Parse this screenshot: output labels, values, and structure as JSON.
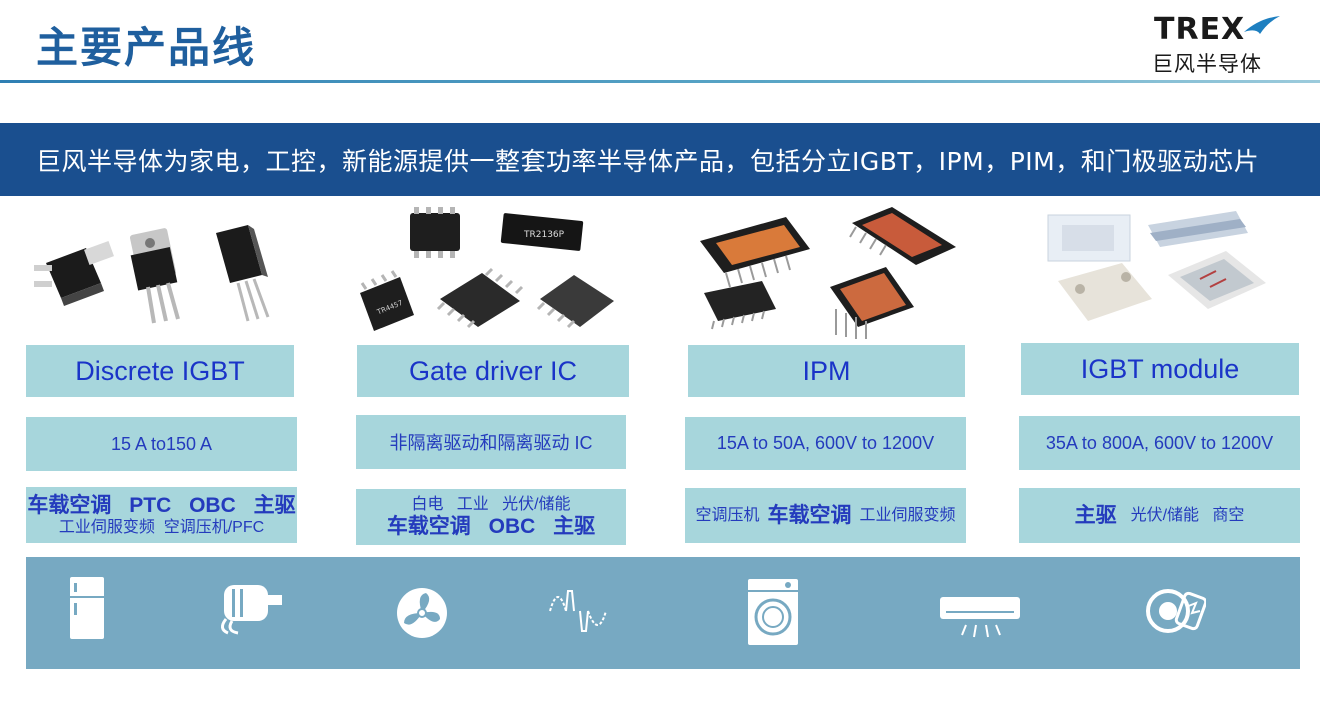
{
  "header": {
    "title": "主要产品线",
    "logo_text": "TREX",
    "logo_cn": "巨风半导体"
  },
  "banner": {
    "text": "巨风半导体为家电，工控，新能源提供一整套功率半导体产品，包括分立IGBT，IPM，PIM，和门极驱动芯片"
  },
  "products": [
    {
      "name": "Discrete IGBT",
      "spec": "15 A to150 A",
      "apps_line1": [
        "车载空调",
        "PTC",
        "OBC",
        "主驱"
      ],
      "apps_line2": "工业伺服变频  空调压机/PFC"
    },
    {
      "name": "Gate driver IC",
      "spec": "非隔离驱动和隔离驱动 IC",
      "apps_line1_small": "白电   工业   光伏/储能",
      "apps_line2_big": [
        "车载空调",
        "OBC",
        "主驱"
      ],
      "chip_marks": [
        "TR2136P",
        "TR4457"
      ]
    },
    {
      "name": "IPM",
      "spec": "15A to 50A, 600V to 1200V",
      "apps_small_a": "空调压机",
      "apps_big": "车载空调",
      "apps_small_b": "工业伺服变频"
    },
    {
      "name": "IGBT module",
      "spec": "35A to 800A, 600V to 1200V",
      "apps_big": "主驱",
      "apps_small": "光伏/储能   商空"
    }
  ],
  "icons": [
    "refrigerator-icon",
    "motor-icon",
    "fan-icon",
    "inverter-waveform-icon",
    "washing-machine-icon",
    "air-conditioner-icon",
    "ev-motor-icon"
  ],
  "colors": {
    "title": "#1f5f9e",
    "banner": "#1a4f8f",
    "box": "#a7d6dc",
    "box_text": "#1a34c8",
    "icon_bar": "#77a9c2"
  }
}
